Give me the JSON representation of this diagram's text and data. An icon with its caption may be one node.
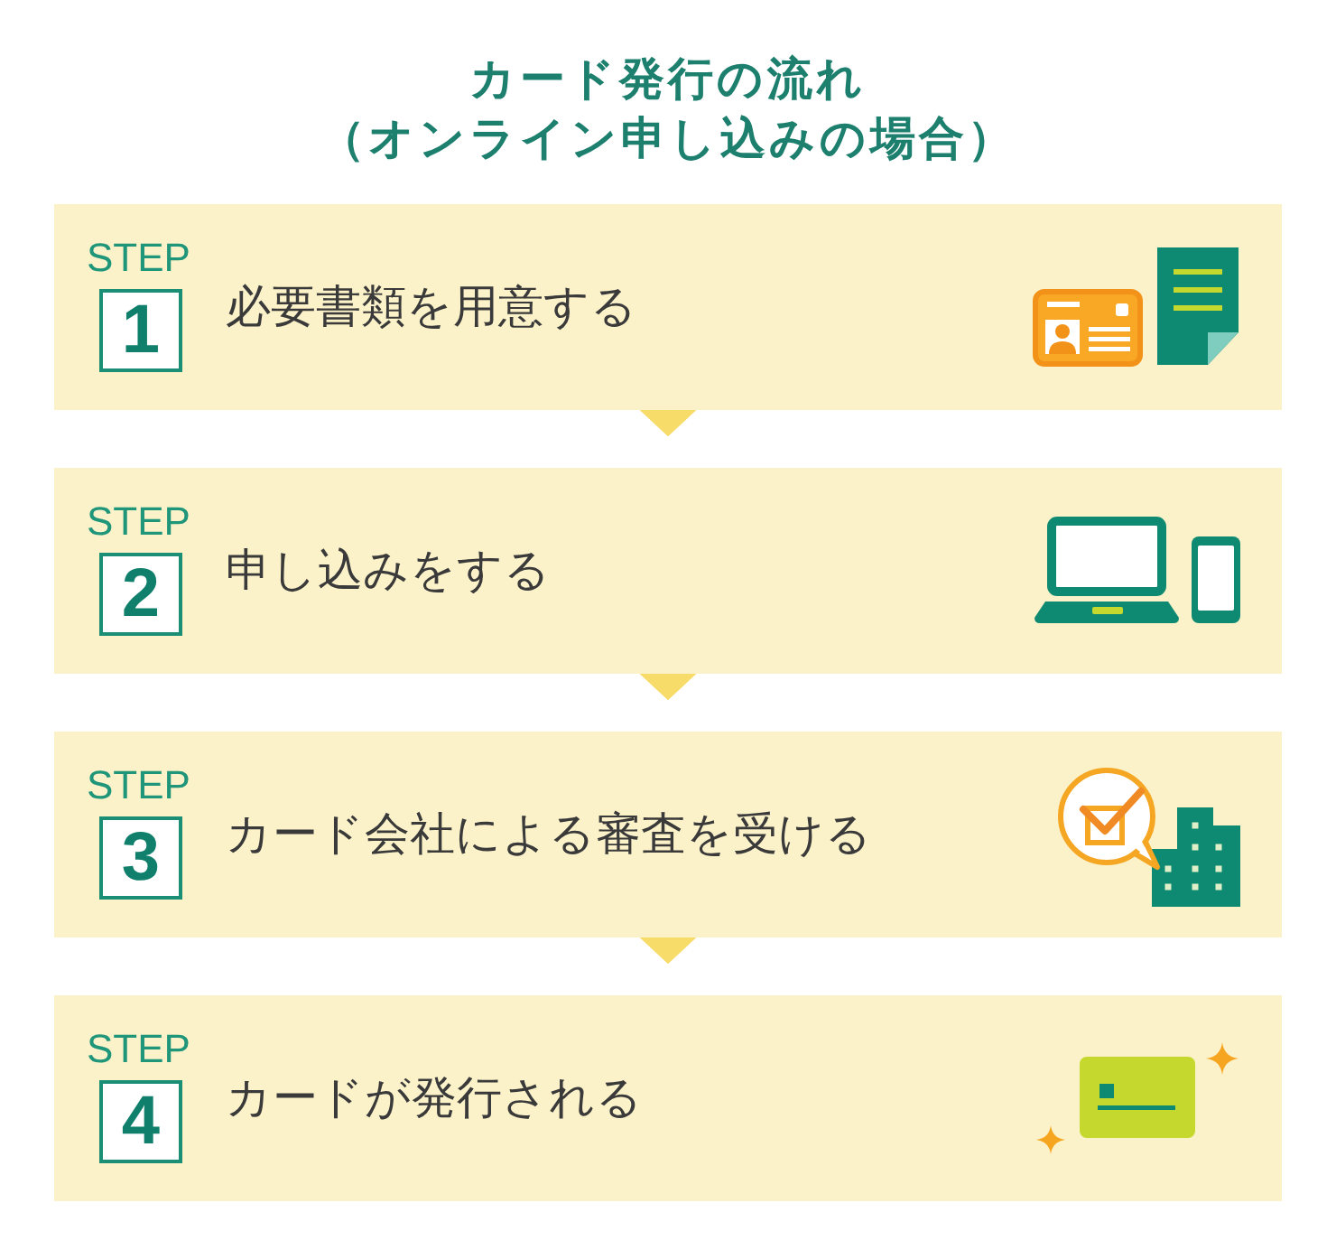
{
  "diagram": {
    "title": "カード発行の流れ",
    "nodes": [
      {
        "text": [
          "STEP",
          "必要書類を用意する"
        ]
      },
      {
        "text": [
          "1"
        ],
        "in": 0
      },
      {
        "text": [
          "STEP",
          "申し込みをする"
        ]
      },
      {
        "text": [
          "2"
        ],
        "in": 2
      },
      {
        "text": [
          "STEP",
          "カード会社による審査を受ける"
        ]
      },
      {
        "text": [
          "3"
        ],
        "in": 4
      },
      {
        "text": [
          "STEP",
          "カードが発行される"
        ]
      },
      {
        "text": [
          "4"
        ],
        "in": 6
      }
    ],
    "edges": [
      {
        "from": 0,
        "to": 2,
        "arrow": "to"
      },
      {
        "from": 2,
        "to": 4,
        "arrow": "to"
      },
      {
        "from": 4,
        "to": 6,
        "arrow": "to"
      }
    ],
    "labels": [
      "（オンライン申し込みの場合）"
    ]
  }
}
